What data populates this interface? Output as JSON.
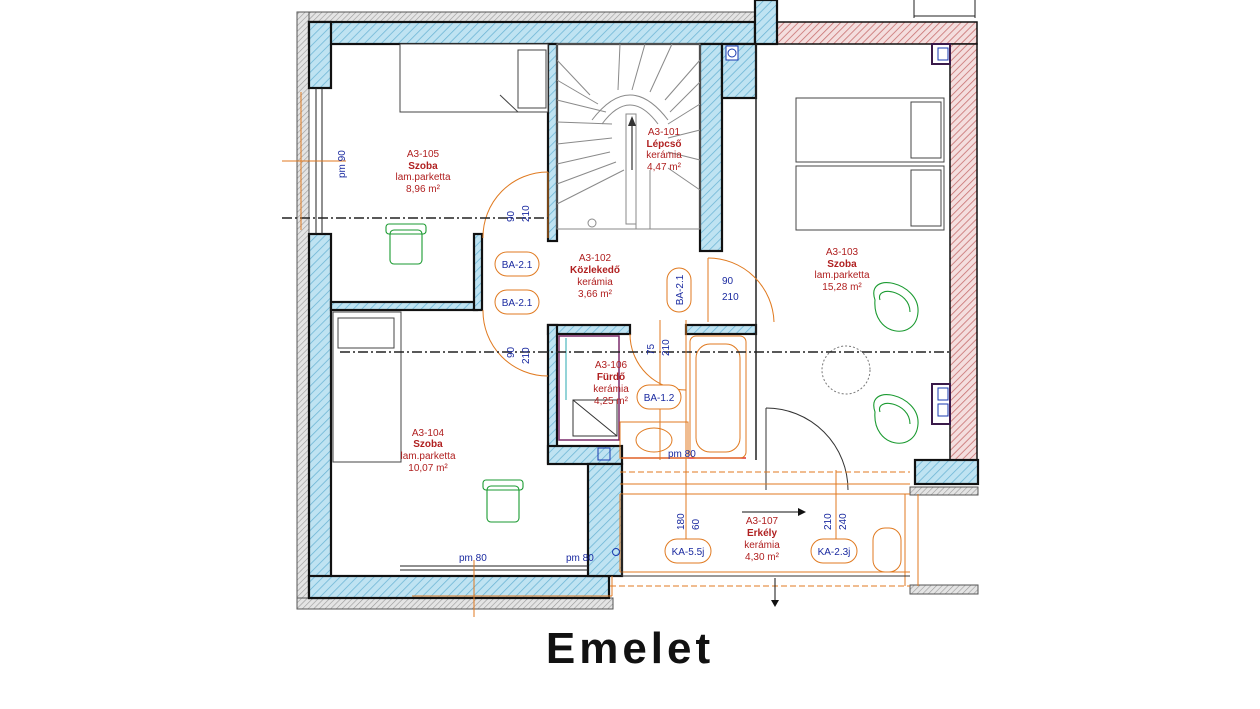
{
  "caption": "Emelet",
  "rooms": [
    {
      "code": "A3-105",
      "name": "Szoba",
      "floor": "lam.parketta",
      "area": "8,96 m²"
    },
    {
      "code": "A3-101",
      "name": "Lépcső",
      "floor": "kerámia",
      "area": "4,47 m²"
    },
    {
      "code": "A3-103",
      "name": "Szoba",
      "floor": "lam.parketta",
      "area": "15,28 m²"
    },
    {
      "code": "A3-102",
      "name": "Közlekedő",
      "floor": "kerámia",
      "area": "3,66 m²"
    },
    {
      "code": "A3-106",
      "name": "Fürdő",
      "floor": "kerámia",
      "area": "4,25 m²"
    },
    {
      "code": "A3-104",
      "name": "Szoba",
      "floor": "lam.parketta",
      "area": "10,07 m²"
    },
    {
      "code": "A3-107",
      "name": "Erkély",
      "floor": "kerámia",
      "area": "4,30 m²"
    }
  ],
  "tags": [
    "BA-2.1",
    "BA-2.1",
    "BA-2.1",
    "BA-1.2",
    "KA-5.5j",
    "KA-2.3j"
  ],
  "dims": [
    "pm 90",
    "90",
    "210",
    "90",
    "210",
    "90",
    "210",
    "75",
    "210",
    "pm 80",
    "pm 80",
    "pm 80",
    "180",
    "60",
    "210",
    "240"
  ],
  "colors": {
    "wall_fill": "#bfe3f2",
    "wall_line": "#111111",
    "room_text": "#b02020",
    "dim_text": "#1a2aa0",
    "orange": "#e07a20",
    "furniture": "#1a9a30",
    "brick": "#c87070"
  }
}
